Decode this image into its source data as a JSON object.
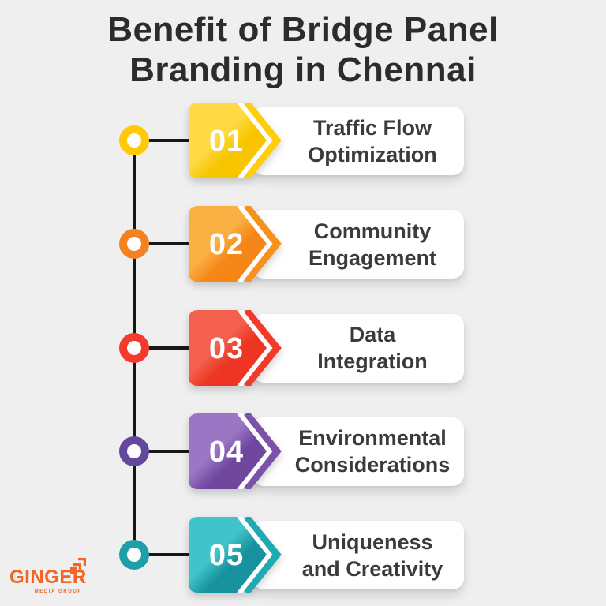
{
  "title": {
    "line1": "Benefit of Bridge Panel",
    "line2": "Branding in Chennai",
    "full": "Benefit of Bridge Panel Branding in Chennai"
  },
  "items": [
    {
      "number": "01",
      "label": "Traffic Flow Optimization",
      "lines": [
        "Traffic Flow",
        "Optimization"
      ],
      "colors": {
        "light": "#ffda45",
        "dark": "#f7c600",
        "chevron": "#ffce0a",
        "ring": "#ffc907"
      }
    },
    {
      "number": "02",
      "label": "Community Engagement",
      "lines": [
        "Community",
        "Engagement"
      ],
      "colors": {
        "light": "#fbb044",
        "dark": "#f58617",
        "chevron": "#f6911e",
        "ring": "#f58220"
      }
    },
    {
      "number": "03",
      "label": "Data Integration",
      "lines": [
        "Data",
        "Integration"
      ],
      "colors": {
        "light": "#f4614e",
        "dark": "#ee3422",
        "chevron": "#f03b2a",
        "ring": "#f43a2c"
      }
    },
    {
      "number": "04",
      "label": "Environmental Considerations",
      "lines": [
        "Environmental",
        "Considerations"
      ],
      "colors": {
        "light": "#9b76c5",
        "dark": "#6f479e",
        "chevron": "#7b52a8",
        "ring": "#63489b"
      }
    },
    {
      "number": "05",
      "label": "Uniqueness and Creativity",
      "lines": [
        "Uniqueness",
        "and Creativity"
      ],
      "colors": {
        "light": "#40c3c9",
        "dark": "#17929e",
        "chevron": "#1fa9b0",
        "ring": "#1e9fa8"
      }
    }
  ],
  "logo": {
    "name": "GINGER",
    "tagline": "MEDIA GROUP",
    "color": "#f26522"
  },
  "colors": {
    "background": "#efeff0",
    "title_text": "#2c2c2c",
    "card_text": "#3b3b3b",
    "timeline_line": "#171717",
    "card_background": "#ffffff",
    "number_text": "#ffffff"
  }
}
